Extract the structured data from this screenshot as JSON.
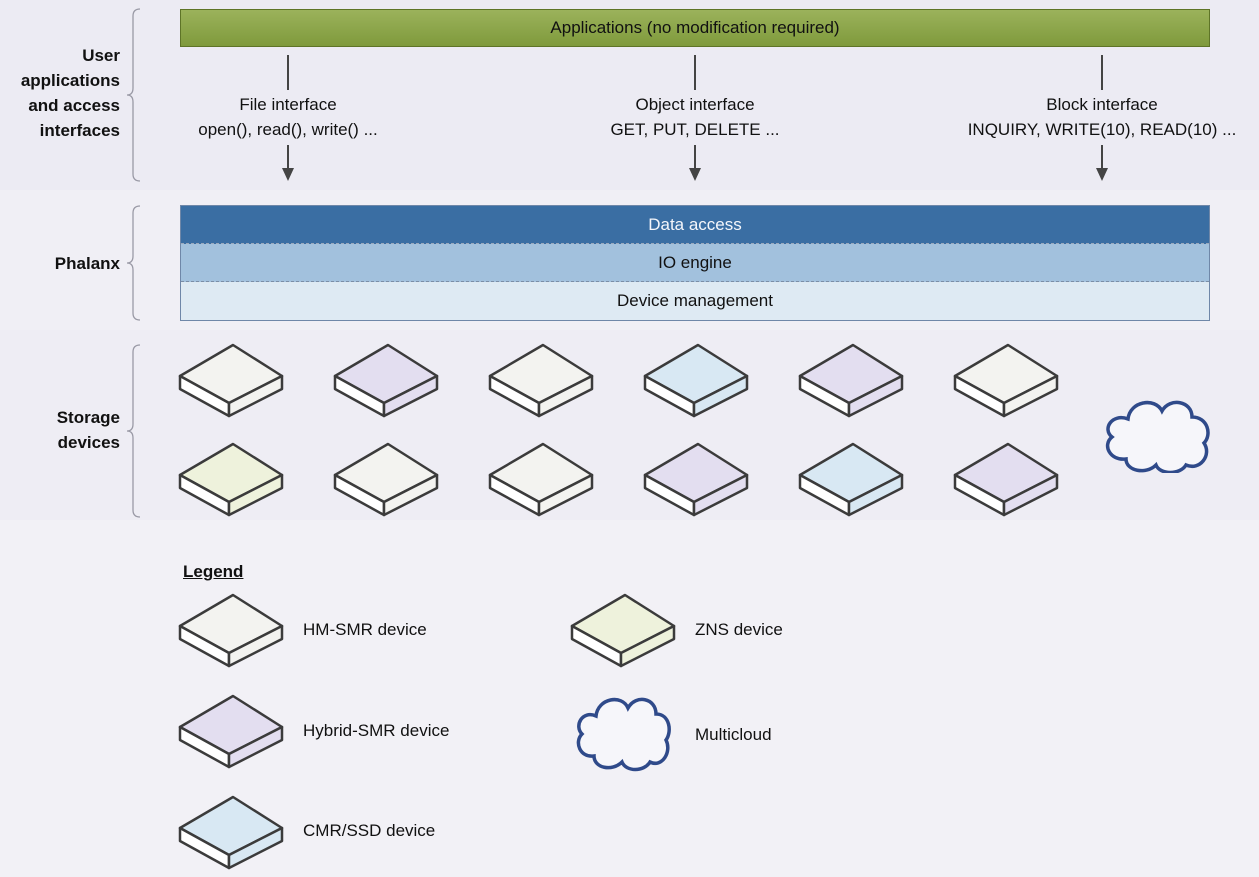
{
  "layers": {
    "user": "User applications and access interfaces",
    "user_lines": [
      "User",
      "applications",
      "and access",
      "interfaces"
    ],
    "phalanx": "Phalanx",
    "storage_lines": [
      "Storage",
      "devices"
    ]
  },
  "applications_bar": "Applications (no modification required)",
  "interfaces": [
    {
      "name": "File interface",
      "ops": "open(), read(), write() ..."
    },
    {
      "name": "Object interface",
      "ops": "GET, PUT, DELETE ..."
    },
    {
      "name": "Block interface",
      "ops": "INQUIRY, WRITE(10), READ(10) ..."
    }
  ],
  "phalanx_stack": {
    "data_access": "Data access",
    "io_engine": "IO engine",
    "device_management": "Device management"
  },
  "device_grid": {
    "row1": [
      "hm-smr",
      "hybrid-smr",
      "hm-smr",
      "cmr-ssd",
      "hybrid-smr",
      "hm-smr"
    ],
    "row2": [
      "zns",
      "hm-smr",
      "hm-smr",
      "hybrid-smr",
      "cmr-ssd",
      "hybrid-smr"
    ],
    "extra": "multicloud"
  },
  "device_colors": {
    "hm-smr": "#f3f3f0",
    "hybrid-smr": "#e3def0",
    "cmr-ssd": "#d8e8f3",
    "zns": "#eef2dc",
    "cloud_stroke": "#2f4a8a"
  },
  "legend": {
    "title": "Legend",
    "hm_smr": "HM-SMR device",
    "hybrid_smr": "Hybrid-SMR device",
    "cmr_ssd": "CMR/SSD device",
    "zns": "ZNS device",
    "multicloud": "Multicloud"
  }
}
